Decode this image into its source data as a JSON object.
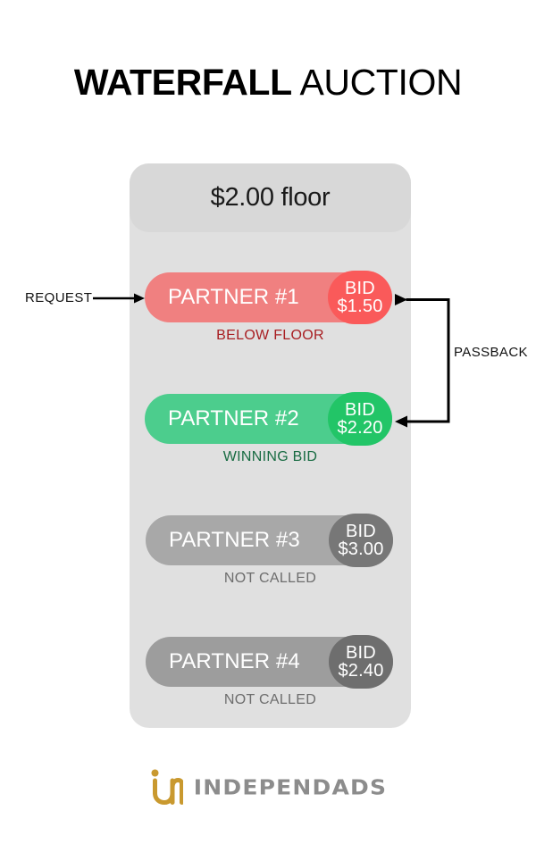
{
  "title": {
    "bold_part": "WATERFALL",
    "light_part": " AUCTION"
  },
  "card": {
    "header": "$2.00 floor",
    "floor_value": "$2.00",
    "rows": [
      {
        "name": "PARTNER #1",
        "bid_label": "BID",
        "bid_amount": "$1.50",
        "status": "BELOW FLOOR",
        "pill_color": "#f08080",
        "badge_color": "#fa5a5a",
        "status_color": "#a81e22"
      },
      {
        "name": "PARTNER #2",
        "bid_label": "BID",
        "bid_amount": "$2.20",
        "status": "WINNING BID",
        "pill_color": "#4ccd8d",
        "badge_color": "#22c567",
        "status_color": "#186b42"
      },
      {
        "name": "PARTNER #3",
        "bid_label": "BID",
        "bid_amount": "$3.00",
        "status": "NOT CALLED",
        "pill_color": "#a8a8a8",
        "badge_color": "#777777",
        "status_color": "#6d6d6d"
      },
      {
        "name": "PARTNER #4",
        "bid_label": "BID",
        "bid_amount": "$2.40",
        "status": "NOT CALLED",
        "pill_color": "#9d9d9d",
        "badge_color": "#6e6e6e",
        "status_color": "#6d6d6d"
      }
    ]
  },
  "annotations": {
    "request_label": "REQUEST",
    "passback_label": "PASSBACK"
  },
  "footer": {
    "brand_name": "INDEPENDADS",
    "brand_mark": "in-monogram-icon",
    "mark_color": "#c9992f",
    "text_color": "#8c8c8c"
  }
}
